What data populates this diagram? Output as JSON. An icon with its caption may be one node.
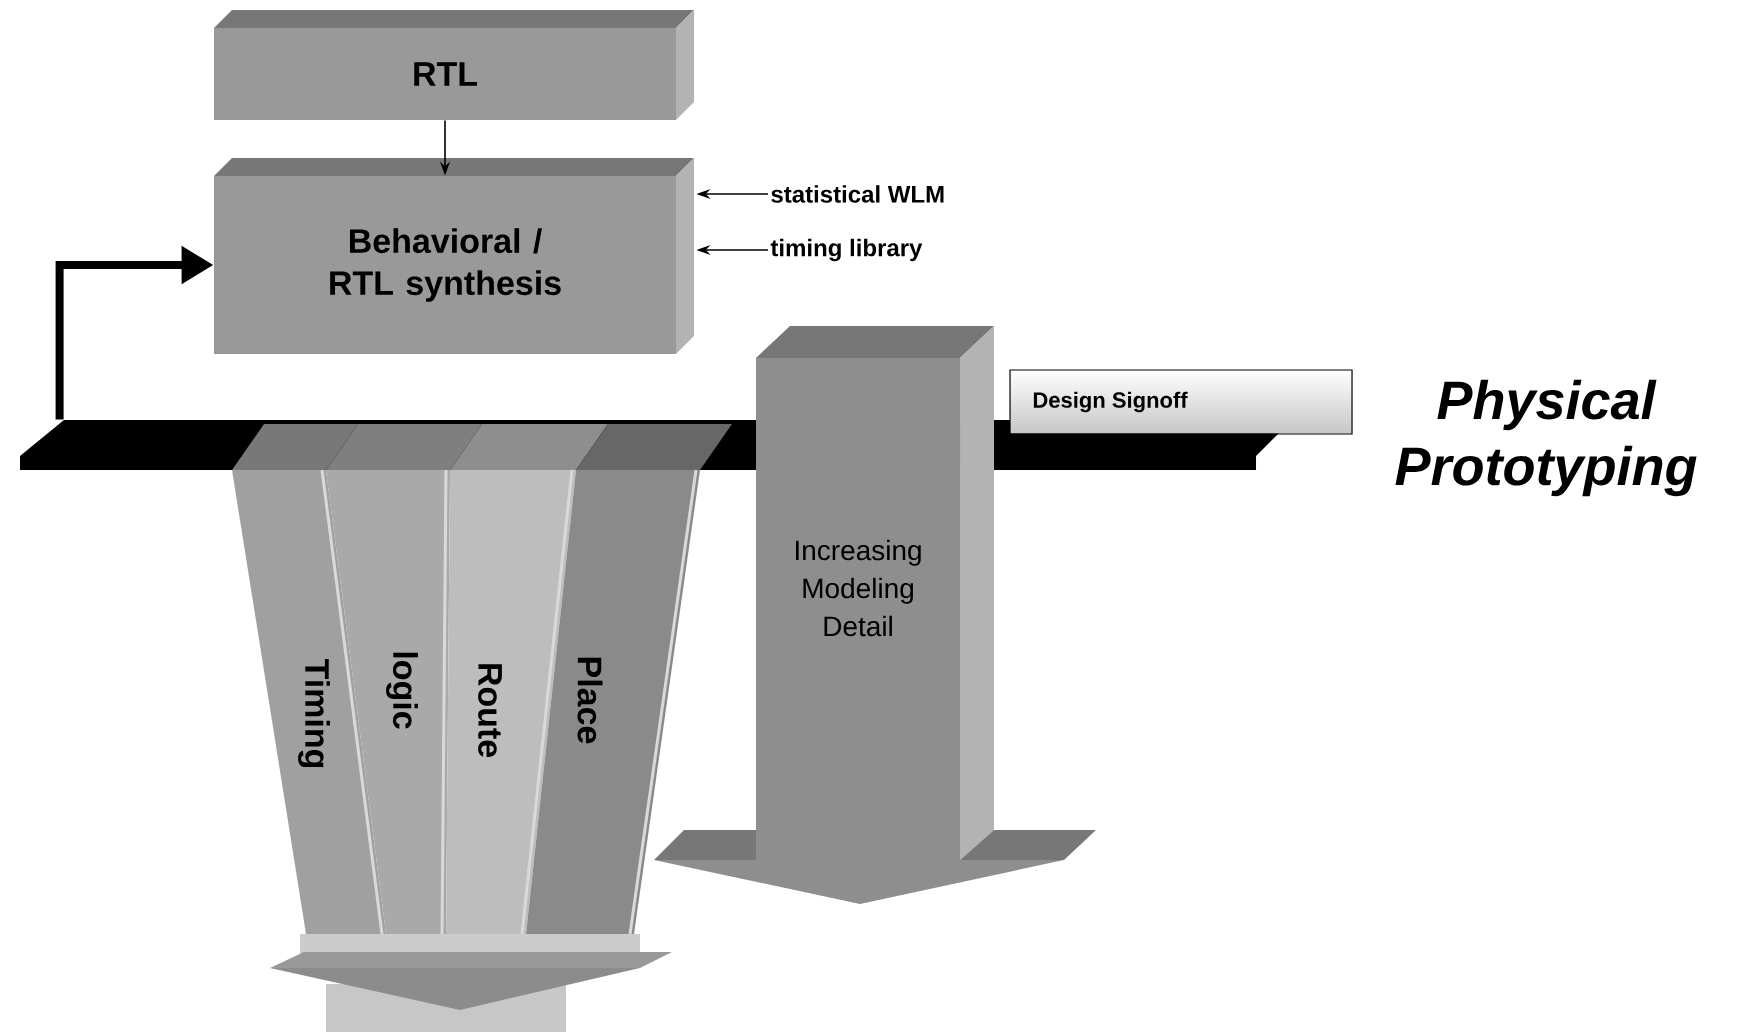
{
  "diagram": {
    "nodes": [
      {
        "text": [
          "RTL"
        ]
      },
      {
        "text": [
          "Behavioral / RTL synthesis"
        ]
      },
      {
        "text": [
          "statistical WLM"
        ]
      },
      {
        "text": [
          "timing library"
        ]
      },
      {
        "text": [],
        "shape": "bar"
      },
      {
        "text": [
          "Increasing Modeling Detail"
        ]
      },
      {
        "text": [
          "Design Signoff"
        ]
      },
      {
        "text": [
          "Timing"
        ]
      },
      {
        "text": [
          "logic"
        ]
      },
      {
        "text": [
          "Route"
        ]
      },
      {
        "text": [
          "Place"
        ]
      }
    ],
    "edges": [
      {
        "from": 0,
        "to": 1,
        "arrow": "to"
      },
      {
        "from": 2,
        "to": 1,
        "arrow": "to"
      },
      {
        "from": 3,
        "to": 1,
        "arrow": "to"
      },
      {
        "from": 4,
        "to": 1,
        "arrow": "to",
        "style": "thick"
      }
    ],
    "labels": [
      "Physical Prototyping"
    ]
  }
}
